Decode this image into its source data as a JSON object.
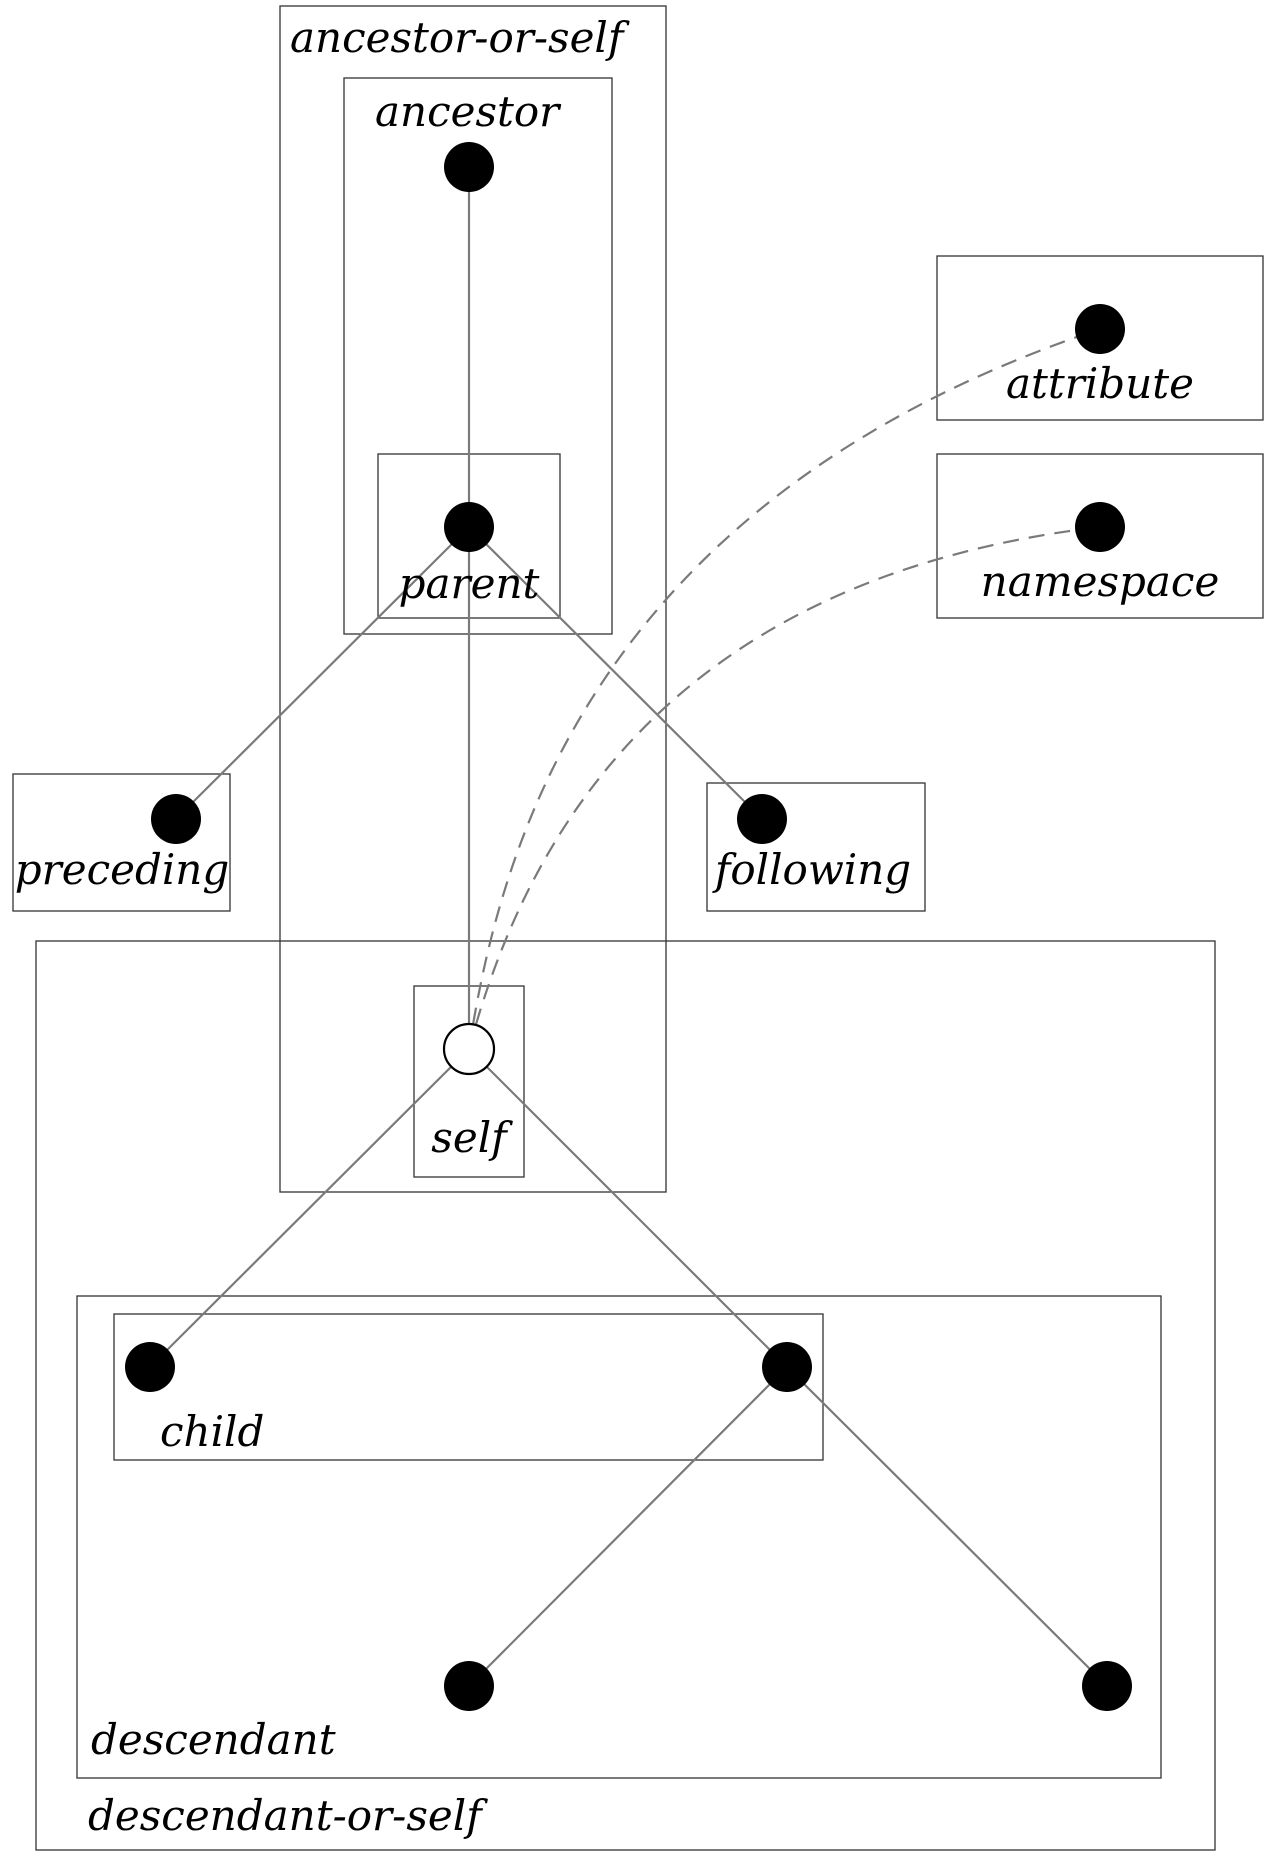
{
  "labels": {
    "ancestor_or_self": "ancestor-or-self",
    "ancestor": "ancestor",
    "parent": "parent",
    "attribute": "attribute",
    "namespace": "namespace",
    "preceding": "preceding",
    "following": "following",
    "self": "self",
    "child": "child",
    "descendant": "descendant",
    "descendant_or_self": "descendant-or-self"
  },
  "colors": {
    "node": "#000000",
    "edge": "#7a7a7a",
    "box": "#333333"
  }
}
